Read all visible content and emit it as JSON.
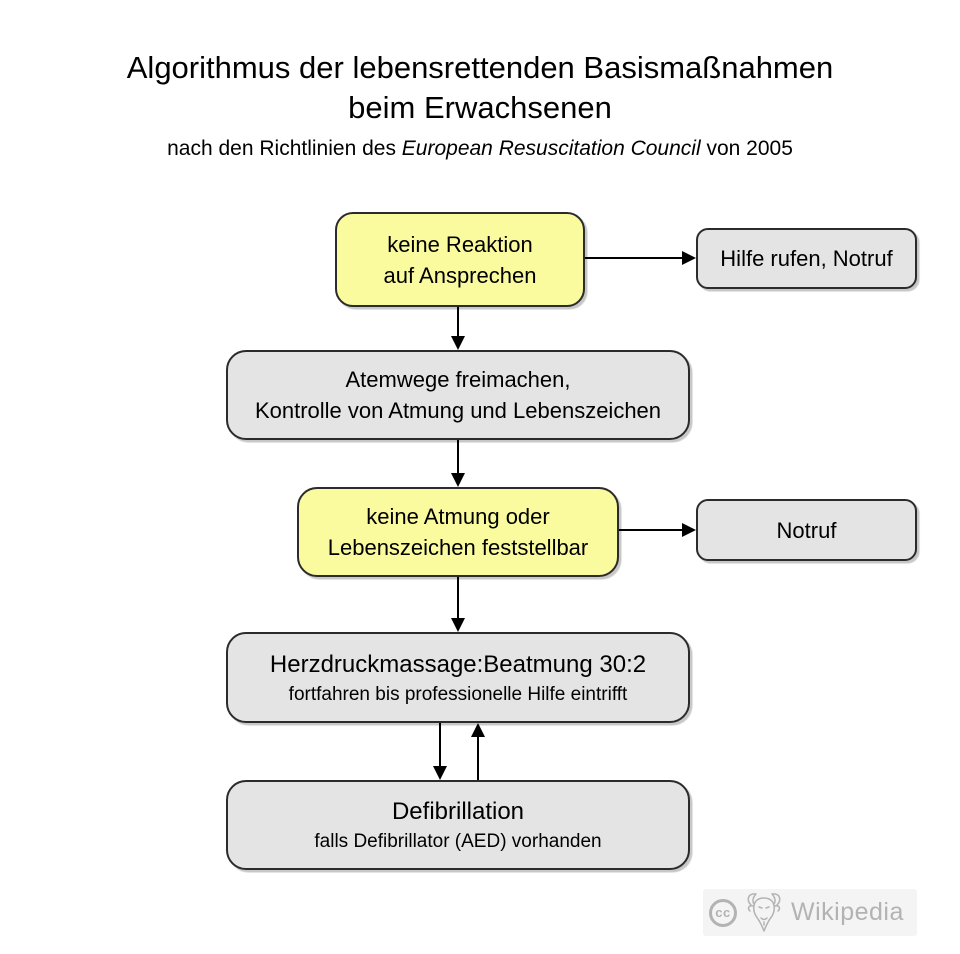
{
  "title": {
    "line1": "Algorithmus der lebensrettenden Basismaßnahmen",
    "line2": "beim Erwachsenen"
  },
  "subtitle": {
    "prefix": "nach den Richtlinien des ",
    "italic": "European Resuscitation Council",
    "suffix": " von 2005"
  },
  "flowchart": {
    "no_reaction": {
      "line1": "keine Reaktion",
      "line2": "auf Ansprechen"
    },
    "call_help": {
      "label": "Hilfe rufen, Notruf"
    },
    "airways": {
      "line1": "Atemwege freimachen,",
      "line2": "Kontrolle von Atmung und Lebenszeichen"
    },
    "no_breathing": {
      "line1": "keine Atmung oder",
      "line2": "Lebenszeichen feststellbar"
    },
    "emergency_call": {
      "label": "Notruf"
    },
    "cpr": {
      "line1": "Herzdruckmassage:Beatmung 30:2",
      "line2": "fortfahren bis professionelle Hilfe eintrifft"
    },
    "defibrillation": {
      "line1": "Defibrillation",
      "line2": "falls Defibrillator (AED) vorhanden"
    }
  },
  "watermark": {
    "cc_label": "cc",
    "brand": "Wikipedia"
  },
  "colors": {
    "page_bg": "#FFFFFF",
    "text": "#000000",
    "highlight_fill": "#FAFA9E",
    "node_fill": "#E4E4E4",
    "node_border": "#2B2B2B",
    "arrow": "#000000",
    "watermark_bg": "#F4F4F4",
    "watermark_fg": "#B3B3B3"
  }
}
